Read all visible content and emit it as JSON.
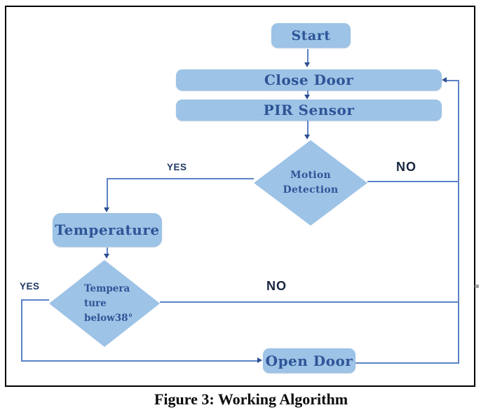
{
  "figure": {
    "caption": "Figure 3: Working Algorithm"
  },
  "flowchart": {
    "nodes": {
      "start": {
        "label": "Start",
        "type": "rounded-box"
      },
      "close_door": {
        "label": "Close Door",
        "type": "rounded-box"
      },
      "pir_sensor": {
        "label": "PIR Sensor",
        "type": "rounded-box"
      },
      "motion_detection": {
        "lines": [
          "Motion",
          "Detection"
        ],
        "type": "decision-diamond"
      },
      "temperature": {
        "label": "Temperature",
        "type": "rounded-box"
      },
      "temperature_below_38": {
        "lines": [
          "Tempera",
          "ture",
          "below38°"
        ],
        "type": "decision-diamond"
      },
      "open_door": {
        "label": "Open Door",
        "type": "rounded-box"
      }
    },
    "labels": {
      "motion_yes": "YES",
      "motion_no": "NO",
      "temp_yes": "YES",
      "temp_no": "NO"
    },
    "edges": [
      {
        "from": "start",
        "to": "close_door",
        "label": ""
      },
      {
        "from": "close_door",
        "to": "pir_sensor",
        "label": ""
      },
      {
        "from": "pir_sensor",
        "to": "motion_detection",
        "label": ""
      },
      {
        "from": "motion_detection",
        "to": "temperature",
        "label": "YES"
      },
      {
        "from": "motion_detection",
        "to": "close_door",
        "label": "NO"
      },
      {
        "from": "temperature",
        "to": "temperature_below_38",
        "label": ""
      },
      {
        "from": "temperature_below_38",
        "to": "open_door",
        "label": "YES"
      },
      {
        "from": "temperature_below_38",
        "to": "close_door",
        "label": "NO"
      },
      {
        "from": "open_door",
        "to": "close_door",
        "label": ""
      }
    ],
    "colors": {
      "shape_fill": "#9DC3E6",
      "shape_text": "#2E5597",
      "connector_line": "#5B82C5",
      "arrowhead": "#2D4F8F",
      "small_label_text": "#1F3864",
      "large_label_text": "#16253E",
      "frame_border": "#000000"
    }
  }
}
